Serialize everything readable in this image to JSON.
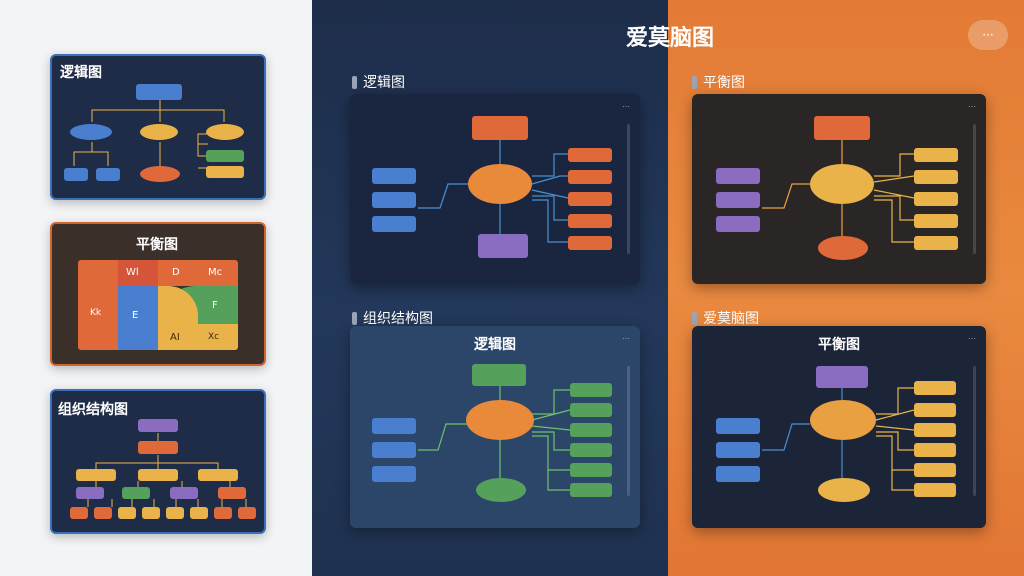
{
  "app_title": "爱莫脑图",
  "more_label": "···",
  "thumbnails": [
    {
      "title": "逻辑图"
    },
    {
      "title": "平衡图",
      "cells": [
        "Wl",
        "D",
        "Mc",
        "Kk",
        "E",
        "F",
        "AI",
        "Xc"
      ]
    },
    {
      "title": "组织结构图"
    }
  ],
  "sections": {
    "top_left": {
      "label": "逻辑图"
    },
    "top_right": {
      "label": "平衡图"
    },
    "bottom_left": {
      "label": "组织结构图",
      "panel_title": "逻辑图"
    },
    "bottom_right": {
      "label": "爱莫脑图",
      "panel_title": "平衡图"
    }
  },
  "panel_dots": "⋯",
  "colors": {
    "blue": "#4a7fd0",
    "green": "#55a05a",
    "orange": "#e0693a",
    "yellow": "#e9b34a",
    "purple": "#8a6cc0"
  }
}
